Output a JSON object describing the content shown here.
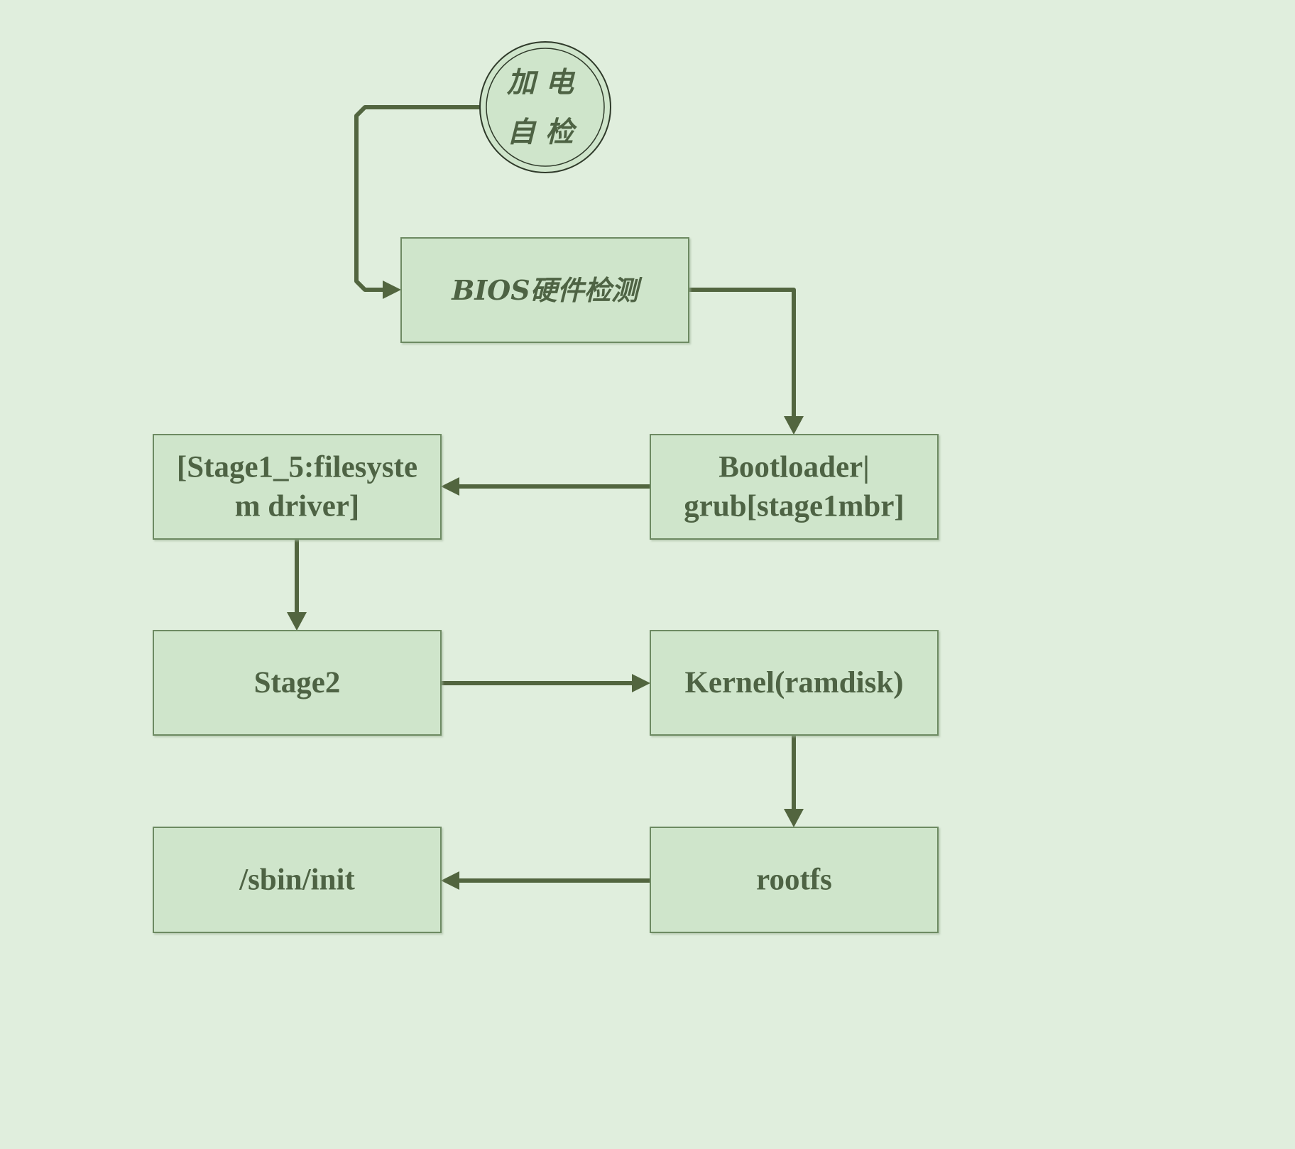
{
  "diagram": {
    "colors": {
      "background": "#e0eedd",
      "box_fill": "#cfe5cb",
      "box_stroke": "#6d8a62",
      "line": "#52653f",
      "text": "#4e6344"
    },
    "start": {
      "lines": [
        "加电",
        "自检"
      ]
    },
    "nodes": {
      "bios": {
        "lines": [
          "BIOS硬件检测"
        ]
      },
      "bootloader": {
        "lines": [
          "Bootloader|",
          "grub[stage1mbr]"
        ]
      },
      "stage1_5": {
        "lines": [
          "[Stage1_5:filesyste",
          "m driver]"
        ]
      },
      "stage2": {
        "lines": [
          "Stage2"
        ]
      },
      "kernel": {
        "lines": [
          "Kernel(ramdisk)"
        ]
      },
      "rootfs": {
        "lines": [
          "rootfs"
        ]
      },
      "sbin_init": {
        "lines": [
          "/sbin/init"
        ]
      }
    },
    "edges": [
      {
        "from": "start",
        "to": "bios"
      },
      {
        "from": "bios",
        "to": "bootloader"
      },
      {
        "from": "bootloader",
        "to": "stage1_5"
      },
      {
        "from": "stage1_5",
        "to": "stage2"
      },
      {
        "from": "stage2",
        "to": "kernel"
      },
      {
        "from": "kernel",
        "to": "rootfs"
      },
      {
        "from": "rootfs",
        "to": "sbin_init"
      }
    ]
  }
}
